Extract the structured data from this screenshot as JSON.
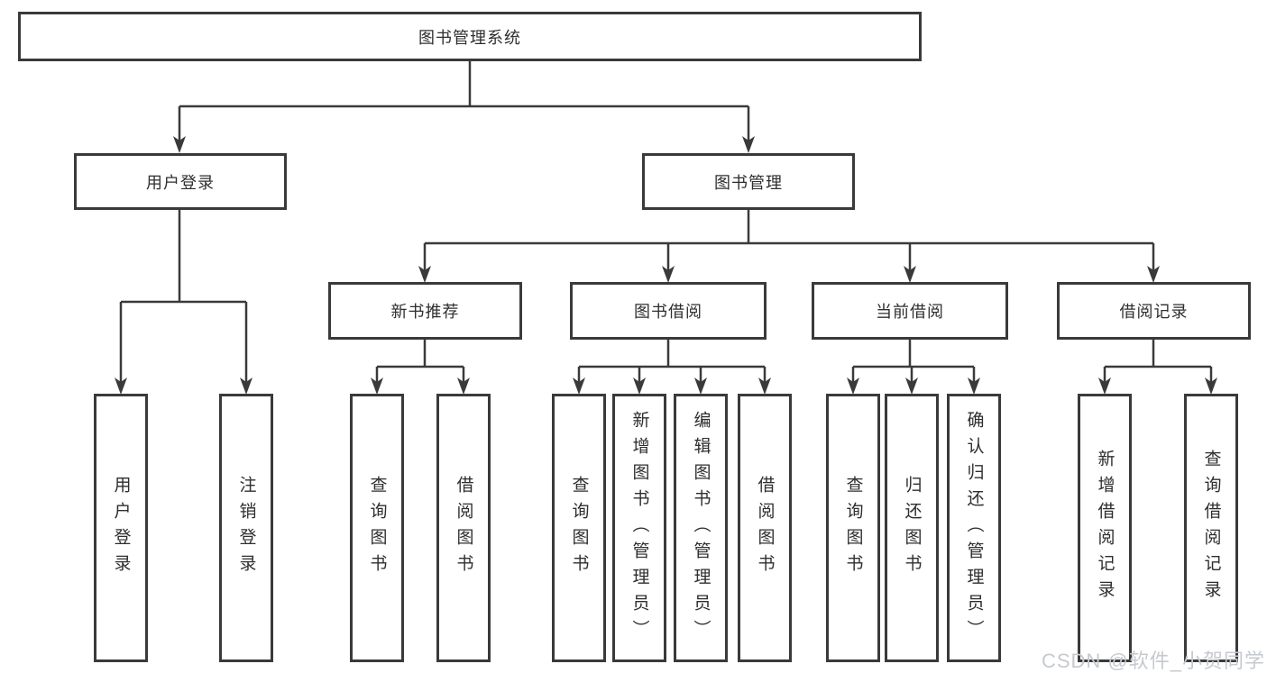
{
  "tree": {
    "label": "图书管理系统",
    "children": [
      {
        "label": "用户登录",
        "children": [
          {
            "label": "用户登录"
          },
          {
            "label": "注销登录"
          }
        ]
      },
      {
        "label": "图书管理",
        "children": [
          {
            "label": "新书推荐",
            "children": [
              {
                "label": "查询图书"
              },
              {
                "label": "借阅图书"
              }
            ]
          },
          {
            "label": "图书借阅",
            "children": [
              {
                "label": "查询图书"
              },
              {
                "label": "新增图书（管理员）"
              },
              {
                "label": "编辑图书（管理员）"
              },
              {
                "label": "借阅图书"
              }
            ]
          },
          {
            "label": "当前借阅",
            "children": [
              {
                "label": "查询图书"
              },
              {
                "label": "归还图书"
              },
              {
                "label": "确认归还（管理员）"
              }
            ]
          },
          {
            "label": "借阅记录",
            "children": [
              {
                "label": "新增借阅记录"
              },
              {
                "label": "查询借阅记录"
              }
            ]
          }
        ]
      }
    ]
  },
  "watermark": {
    "text": "CSDN @软件_小贺同学"
  },
  "colors": {
    "line": "#3a3a3a",
    "text": "#2e2e2e",
    "background": "#ffffff",
    "watermark": "#c6c9cf"
  }
}
